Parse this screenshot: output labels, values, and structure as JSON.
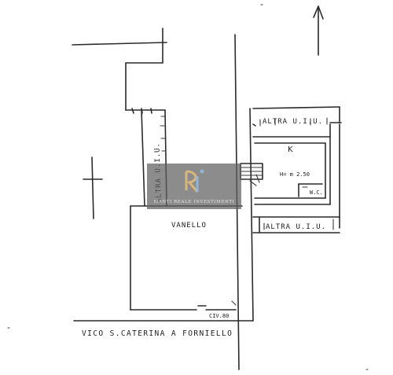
{
  "plan": {
    "labels": {
      "altra_vert": "ALTRA U.I.U.",
      "altra_top_right": "ALTRA U.I.U.",
      "altra_bottom_right": "ALTRA U.I.U.",
      "vanello": "VANELLO",
      "room_k": "K",
      "room_height": "H= m 2.50",
      "wc": "W.C.",
      "civic": "CIV.80",
      "street": "VICO S.CATERINA A FORNIELLO"
    }
  },
  "watermark": {
    "text": "MANTI REALE INVESTIMENTI"
  },
  "colors": {
    "ink": "#2a2a2a",
    "watermark_bg": "#5f5f5f",
    "logo_gold": "#d9b679",
    "logo_blue": "#8fb6d8"
  }
}
